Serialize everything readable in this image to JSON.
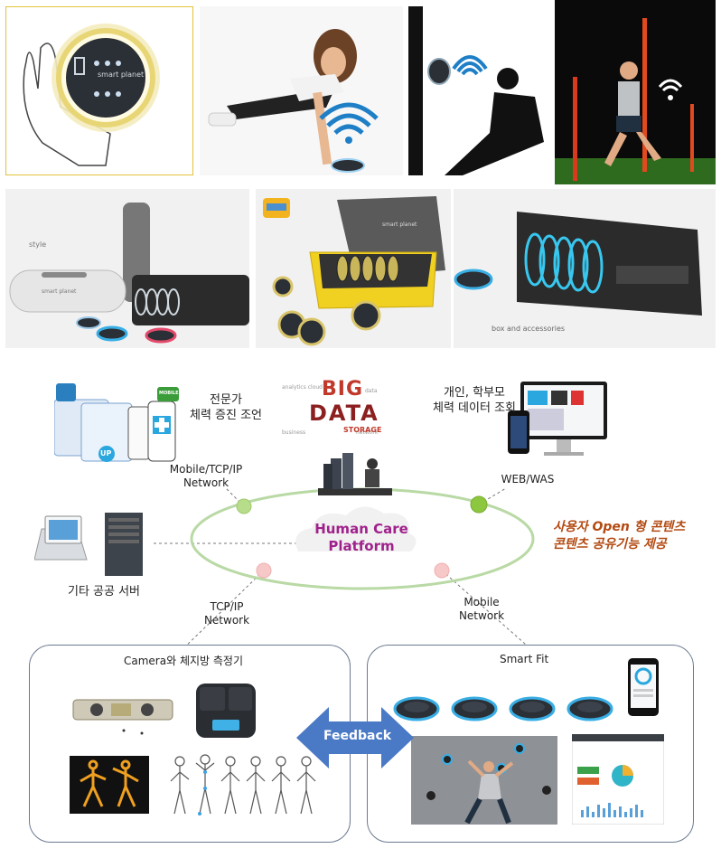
{
  "top_photos": {
    "device_watermark": "smart planet"
  },
  "product_photos": {
    "style_caption": "style",
    "box_caption": "box and accessories",
    "box_brand": "smart planet",
    "tube_brand": "smart planet"
  },
  "diagram": {
    "big_data": {
      "line1": "BIG",
      "line2": "DATA",
      "sub": "STORAGE"
    },
    "expert_advice": {
      "line1": "전문가",
      "line2": "체력 증진 조언"
    },
    "personal_view": {
      "line1": "개인, 학부모",
      "line2": "체력 데이터 조회"
    },
    "mobile_network": {
      "line1": "Mobile/TCP/IP",
      "line2": "Network"
    },
    "web_was": "WEB/WAS",
    "platform": {
      "line1": "Human Care",
      "line2": "Platform"
    },
    "public_server": "기타 공공 서버",
    "service": {
      "line1": "사용자 Open 형 콘텐츠",
      "line2": "콘텐츠 공유기능 제공"
    },
    "tcp_network": {
      "line1": "TCP/IP",
      "line2": "Network"
    },
    "mobile_net2": {
      "line1": "Mobile",
      "line2": "Network"
    },
    "left_panel_title": "Camera와 체지방 측정기",
    "right_panel_title": "Smart Fit",
    "feedback": "Feedback",
    "phone_badge_up": "UP",
    "phone_badge_mobile": "MOBILE"
  },
  "colors": {
    "ellipse": "#b9d9a5",
    "node_green": "#8dc63f",
    "node_pink": "#f7c8c8",
    "arrow": "#4a79c6",
    "panel_border": "#6b7a90",
    "platform_text": "#a0218c",
    "service_text": "#b34a12"
  }
}
